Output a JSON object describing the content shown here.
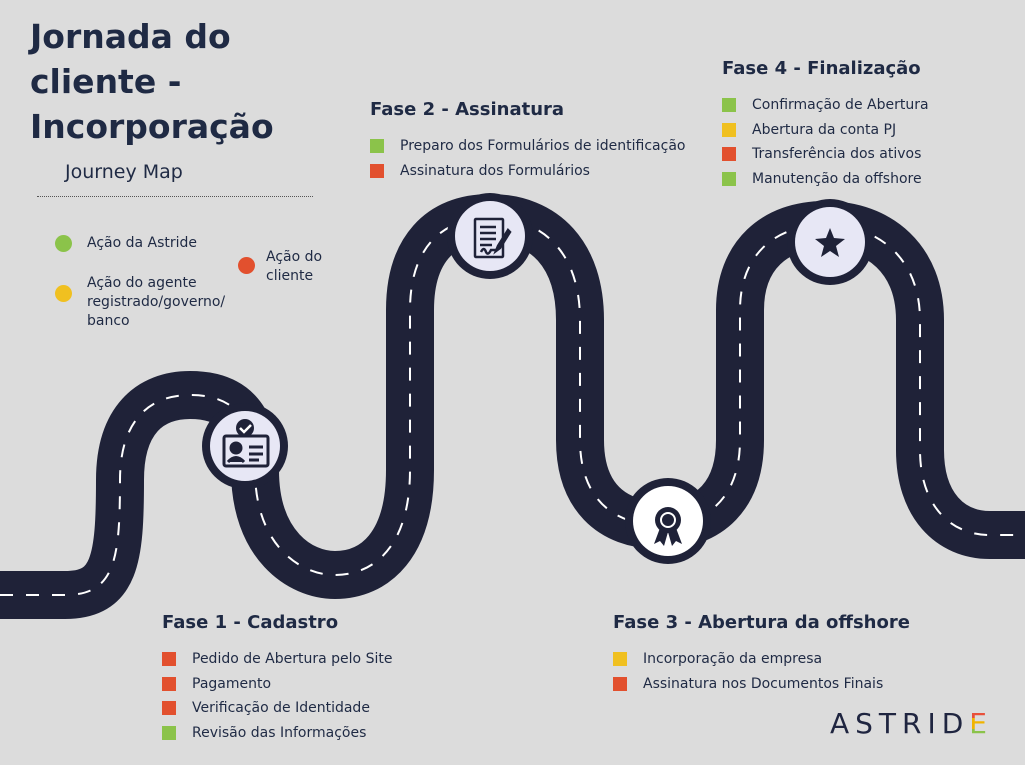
{
  "header": {
    "title": "Jornada do cliente - Incorporação",
    "subtitle": "Journey Map"
  },
  "colors": {
    "astride": "#8bc34a",
    "agent": "#f0c020",
    "client": "#e2502e",
    "road": "#1f2238",
    "node_fill": "#e7e7f5"
  },
  "legend": {
    "astride": "Ação da Astride",
    "agent": "Ação do agente registrado/governo/ banco",
    "client": "Ação do cliente"
  },
  "phases": [
    {
      "title": "Fase 1 - Cadastro",
      "icon": "id-card-check-icon",
      "tasks": [
        {
          "label": "Pedido de Abertura pelo Site",
          "actor": "client"
        },
        {
          "label": "Pagamento",
          "actor": "client"
        },
        {
          "label": "Verificação de Identidade",
          "actor": "client"
        },
        {
          "label": "Revisão das Informações",
          "actor": "astride"
        }
      ]
    },
    {
      "title": "Fase 2 - Assinatura",
      "icon": "signed-document-icon",
      "tasks": [
        {
          "label": "Preparo dos Formulários de identificação",
          "actor": "astride"
        },
        {
          "label": "Assinatura dos Formulários",
          "actor": "client"
        }
      ]
    },
    {
      "title": "Fase 3 - Abertura da offshore",
      "icon": "award-badge-icon",
      "tasks": [
        {
          "label": "Incorporação da empresa",
          "actor": "agent"
        },
        {
          "label": "Assinatura nos Documentos Finais",
          "actor": "client"
        }
      ]
    },
    {
      "title": "Fase 4 - Finalização",
      "icon": "star-icon",
      "tasks": [
        {
          "label": "Confirmação de Abertura",
          "actor": "astride"
        },
        {
          "label": "Abertura da conta PJ",
          "actor": "agent"
        },
        {
          "label": "Transferência dos ativos",
          "actor": "client"
        },
        {
          "label": "Manutenção da offshore",
          "actor": "astride"
        }
      ]
    }
  ],
  "brand": {
    "logo_text": "ASTRID",
    "logo_last": "E"
  }
}
